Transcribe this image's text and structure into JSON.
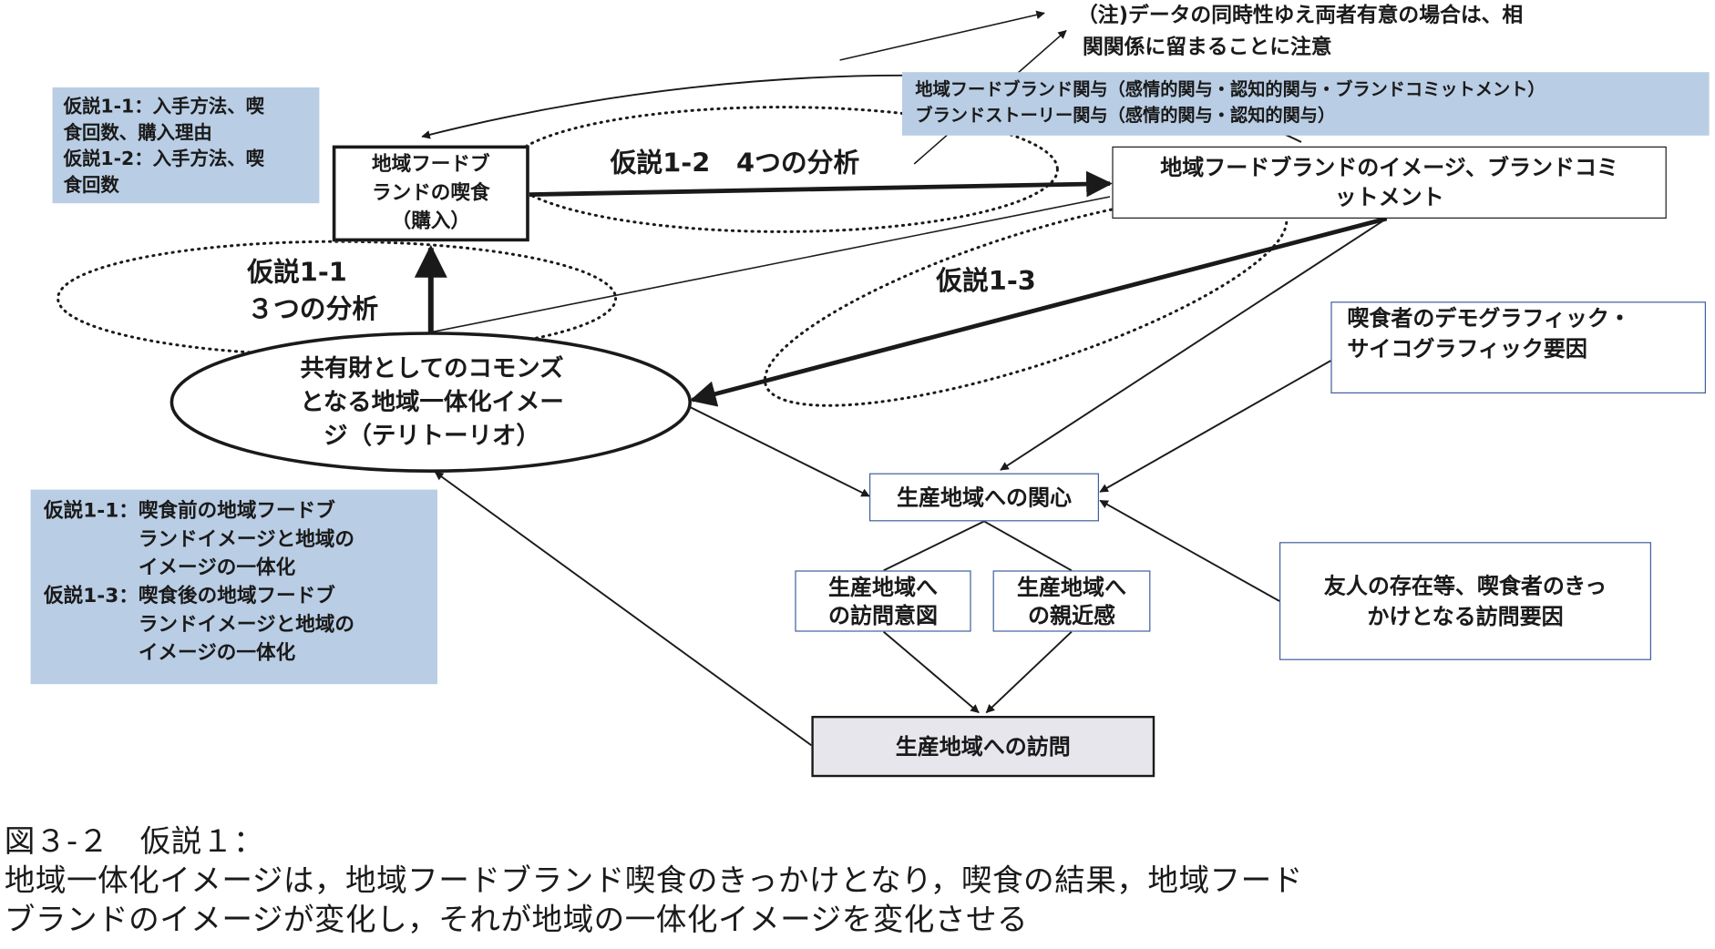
{
  "notes": {
    "top_left": {
      "line1": "仮説1-1：入手方法、喫",
      "line2": "食回数、購入理由",
      "line3": "仮説1-2：入手方法、喫",
      "line4": "食回数"
    },
    "bottom_left": {
      "h1_key": "仮説1-1：",
      "h1_l1": "喫食前の地域フードブ",
      "h1_l2": "ランドイメージと地域の",
      "h1_l3": "イメージの一体化",
      "h3_key": "仮説1-3：",
      "h3_l1": "喫食後の地域フードブ",
      "h3_l2": "ランドイメージと地域の",
      "h3_l3": "イメージの一体化"
    },
    "top_right": {
      "line1": "地域フードブランド関与（感情的関与・認知的関与・ブランドコミットメント）",
      "line2": "ブランドストーリー関与（感情的関与・認知的関与）"
    }
  },
  "annotation": {
    "line1": "（注)データの同時性ゆえ両者有意の場合は、相",
    "line2": "関関係に留まることに注意"
  },
  "nodes": {
    "eating": {
      "line1": "地域フードブ",
      "line2": "ランドの喫食",
      "line3": "（購入）"
    },
    "brand_image": {
      "line1": "地域フードブランドのイメージ、ブランドコミ",
      "line2": "ットメント"
    },
    "commons": {
      "line1": "共有財としてのコモンズ",
      "line2": "となる地域一体化イメー",
      "line3": "ジ（テリトーリオ）"
    },
    "demographic": {
      "line1": "喫食者のデモグラフィック・",
      "line2": "サイコグラフィック要因"
    },
    "interest": "生産地域への関心",
    "visit_intention": {
      "line1": "生産地域へ",
      "line2": "の訪問意図"
    },
    "affinity": {
      "line1": "生産地域へ",
      "line2": "の親近感"
    },
    "friends": {
      "line1": "友人の存在等、喫食者のきっ",
      "line2": "かけとなる訪問要因"
    },
    "visit": "生産地域への訪問"
  },
  "hypotheses": {
    "h1_1_line1": "仮説1-1",
    "h1_1_line2": "３つの分析",
    "h1_2": "仮説1-2　4つの分析",
    "h1_3": "仮説1-3"
  },
  "caption": {
    "line1": "図３-２　仮説１：",
    "line2": "地域一体化イメージは，地域フードブランド喫食のきっかけとなり，喫食の結果，地域フード",
    "line3": "ブランドのイメージが変化し，それが地域の一体化イメージを変化させる"
  },
  "colors": {
    "note_fill": "#b9cde4",
    "visit_fill": "#e7e6ec",
    "blue_border": "#3e5f9c",
    "ink": "#1a1a1a"
  }
}
